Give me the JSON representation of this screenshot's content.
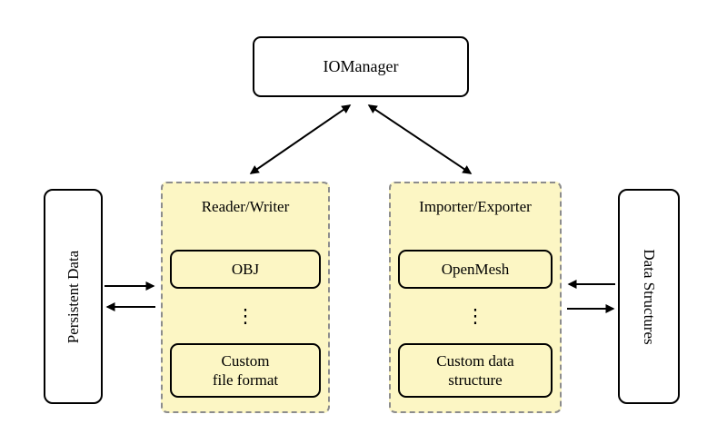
{
  "nodes": {
    "io_manager": {
      "label": "IOManager"
    },
    "reader_writer": {
      "title": "Reader/Writer",
      "items": [
        "OBJ",
        "Custom\nfile format"
      ],
      "ellipsis": "⋮"
    },
    "importer_exporter": {
      "title": "Importer/Exporter",
      "items": [
        "OpenMesh",
        "Custom data\nstructure"
      ],
      "ellipsis": "⋮"
    },
    "persistent_data": {
      "label": "Persistent Data"
    },
    "data_structures": {
      "label": "Data Structures"
    }
  },
  "colors": {
    "group_fill": "#FCF6C4",
    "group_border": "#8C8C8C",
    "node_border": "#000000",
    "node_fill": "#FFFFFF",
    "background": "#FFFFFF",
    "arrow": "#000000"
  }
}
